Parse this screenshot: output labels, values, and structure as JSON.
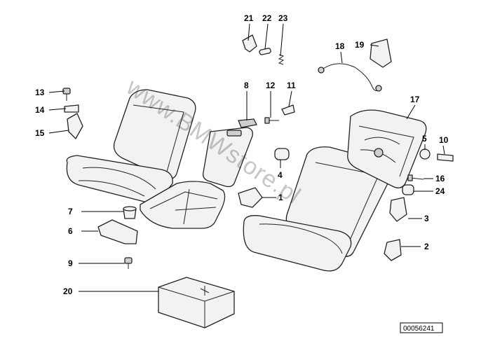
{
  "diagram": {
    "watermark": "www.BMWstore.pl",
    "reference_number": "00056241",
    "callouts": [
      "21",
      "22",
      "23",
      "18",
      "19",
      "8",
      "12",
      "11",
      "13",
      "14",
      "15",
      "17",
      "5",
      "10",
      "4",
      "16",
      "24",
      "1",
      "3",
      "7",
      "6",
      "2",
      "9",
      "20"
    ]
  }
}
